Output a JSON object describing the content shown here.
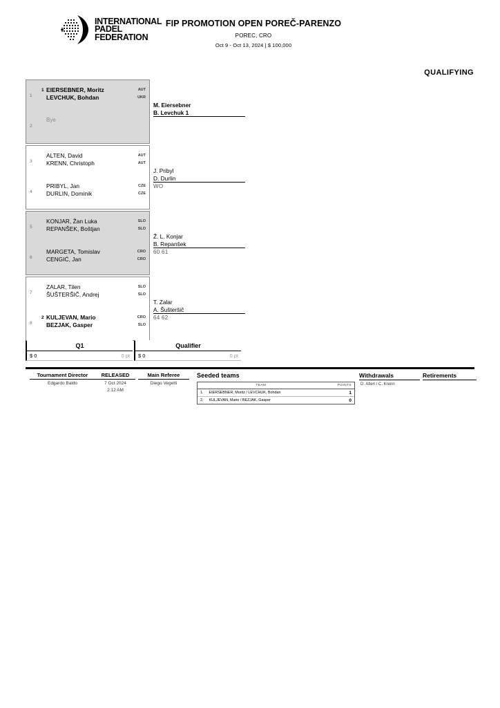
{
  "header": {
    "logo": {
      "line1": "INTERNATIONAL",
      "line2": "PADEL",
      "line3": "FEDERATION",
      "icon": "ipf-logo-icon"
    },
    "title": "FIP PROMOTION OPEN POREČ-PARENZO",
    "city": "POREC, CRO",
    "dates": "Oct 9 - Oct 13, 2024  |  $ 100,000",
    "section_label": "QUALIFYING"
  },
  "draw": {
    "groups": [
      {
        "shaded": true,
        "entries": [
          {
            "seed": "1",
            "team_seed": "1",
            "bold": true,
            "bye": false,
            "p1": "EIERSEBNER, Moritz",
            "p2": "LEVCHUK, Bohdan",
            "c1": "AUT",
            "c2": "UKR"
          },
          {
            "seed": "2",
            "team_seed": "",
            "bold": false,
            "bye": true,
            "p1": "Bye",
            "p2": "",
            "c1": "",
            "c2": ""
          }
        ]
      },
      {
        "shaded": false,
        "entries": [
          {
            "seed": "3",
            "team_seed": "",
            "bold": false,
            "bye": false,
            "p1": "ALTEN, David",
            "p2": "KRENN, Christoph",
            "c1": "AUT",
            "c2": "AUT"
          },
          {
            "seed": "4",
            "team_seed": "",
            "bold": false,
            "bye": false,
            "p1": "PRIBYL, Jan",
            "p2": "DURLIN, Dominik",
            "c1": "CZE",
            "c2": "CZE"
          }
        ]
      },
      {
        "shaded": true,
        "entries": [
          {
            "seed": "5",
            "team_seed": "",
            "bold": false,
            "bye": false,
            "p1": "KONJAR, Žan Luka",
            "p2": "REPANŠEK, Boštjan",
            "c1": "SLO",
            "c2": "SLO"
          },
          {
            "seed": "6",
            "team_seed": "",
            "bold": false,
            "bye": false,
            "p1": "MARGETA, Tomislav",
            "p2": "CENGIĆ, Jan",
            "c1": "CRO",
            "c2": "CRO"
          }
        ]
      },
      {
        "shaded": false,
        "entries": [
          {
            "seed": "7",
            "team_seed": "",
            "bold": false,
            "bye": false,
            "p1": "ZALAR, Tilen",
            "p2": "ŠUŠTERŠIČ, Andrej",
            "c1": "SLO",
            "c2": "SLO"
          },
          {
            "seed": "8",
            "team_seed": "2",
            "bold": true,
            "bye": false,
            "p1": "KULJEVAN, Mario",
            "p2": "BEZJAK, Gasper",
            "c1": "CRO",
            "c2": "SLO"
          }
        ]
      }
    ],
    "winners": [
      {
        "bold": true,
        "w1": "M. Eiersebner",
        "w2": "B. Levchuk  1",
        "score": ""
      },
      {
        "bold": false,
        "w1": "J. Pribyl",
        "w2": "D. Durlin",
        "score": "WO"
      },
      {
        "bold": false,
        "w1": "Ž. L. Konjar",
        "w2": "B. Repanšek",
        "score": "60 61"
      },
      {
        "bold": false,
        "w1": "T. Zalar",
        "w2": "A. Šušteršič",
        "score": "64 62"
      }
    ]
  },
  "round_footer": {
    "columns": [
      {
        "label": "Q1",
        "money": "$ 0",
        "points": "0 pt"
      },
      {
        "label": "Qualifier",
        "money": "$ 0",
        "points": "0 pt"
      }
    ]
  },
  "meta": {
    "tournament_director": {
      "header": "Tournament Director",
      "value": "Edgardo Baldo"
    },
    "released": {
      "header": "RELEASED",
      "value_date": "7 Oct 2024",
      "value_time": "2:12 AM"
    },
    "main_referee": {
      "header": "Main Referee",
      "value": "Diego Vegetti"
    },
    "seeded_teams": {
      "header": "Seeded teams",
      "col_team": "TEAM",
      "col_points": "POINTS",
      "rows": [
        {
          "rank": "1.",
          "team": "EIERSEBNER, Moritz / LEVCHUK, Bohdan",
          "points": "1"
        },
        {
          "rank": "2.",
          "team": "KULJEVAN, Mario / BEZJAK, Gasper",
          "points": "0"
        }
      ]
    },
    "withdrawals": {
      "header": "Withdrawals",
      "value": "D. Alten / C. Krenn"
    },
    "retirements": {
      "header": "Retirements",
      "value": ""
    }
  }
}
